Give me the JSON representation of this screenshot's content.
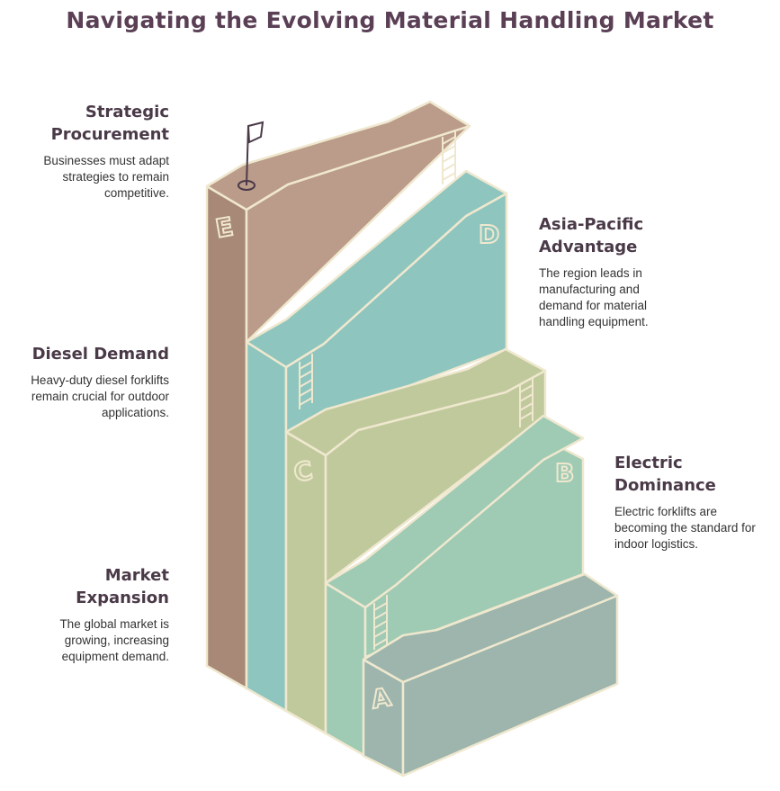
{
  "title": "Navigating the Evolving Material Handling Market",
  "steps": [
    {
      "letter": "A",
      "heading": "Market Expansion",
      "text": "The global market is growing, increasing equipment demand.",
      "color": "#9db5ac"
    },
    {
      "letter": "B",
      "heading": "Electric Dominance",
      "text": "Electric forklifts are becoming the standard for indoor logistics.",
      "color": "#9fcab3"
    },
    {
      "letter": "C",
      "heading": "Diesel Demand",
      "text": "Heavy-duty diesel forklifts remain crucial for outdoor applications.",
      "color": "#c0c99c"
    },
    {
      "letter": "D",
      "heading": "Asia-Pacific Advantage",
      "text": "The region leads in manufacturing and demand for material handling equipment.",
      "color": "#8ec5be"
    },
    {
      "letter": "E",
      "heading": "Strategic Procurement",
      "text": "Businesses must adapt strategies to remain competitive.",
      "color": "#bb9b8a"
    }
  ]
}
